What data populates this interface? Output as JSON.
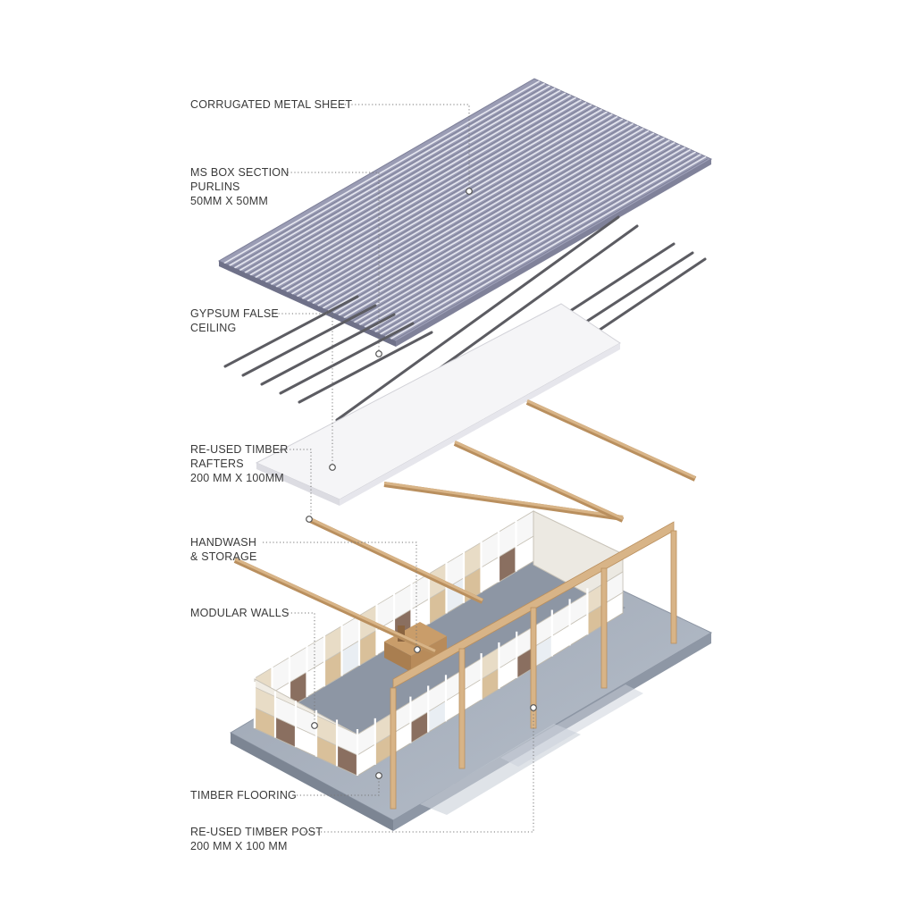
{
  "labels": {
    "corrugated_sheet": [
      "CORRUGATED METAL SHEET"
    ],
    "purlins": [
      "MS BOX SECTION",
      "PURLINS",
      "50MM X 50MM"
    ],
    "false_ceiling": [
      "GYPSUM FALSE",
      "CEILING"
    ],
    "rafters": [
      "RE-USED TIMBER",
      "RAFTERS",
      "200 MM X 100MM"
    ],
    "handwash": [
      "HANDWASH",
      "& STORAGE"
    ],
    "modular_walls": [
      "MODULAR WALLS"
    ],
    "timber_flooring": [
      "TIMBER FLOORING"
    ],
    "timber_post": [
      "RE-USED TIMBER POST",
      "200 MM X 100 MM"
    ]
  },
  "colors": {
    "roof_sheet": "#9a9cb4",
    "roof_ridge": "#e6e7f0",
    "purlin": "#5c5c62",
    "ceiling": "#f4f4f6",
    "timber": "#d8b487",
    "timber_dark": "#b98f5e",
    "floor": "#a9b2bf",
    "floor_shadow": "#7f8896",
    "wall_frame": "#ffffff",
    "wall_panel": "#d9c09a",
    "brick": "#8a6f60",
    "leader": "#777777"
  }
}
